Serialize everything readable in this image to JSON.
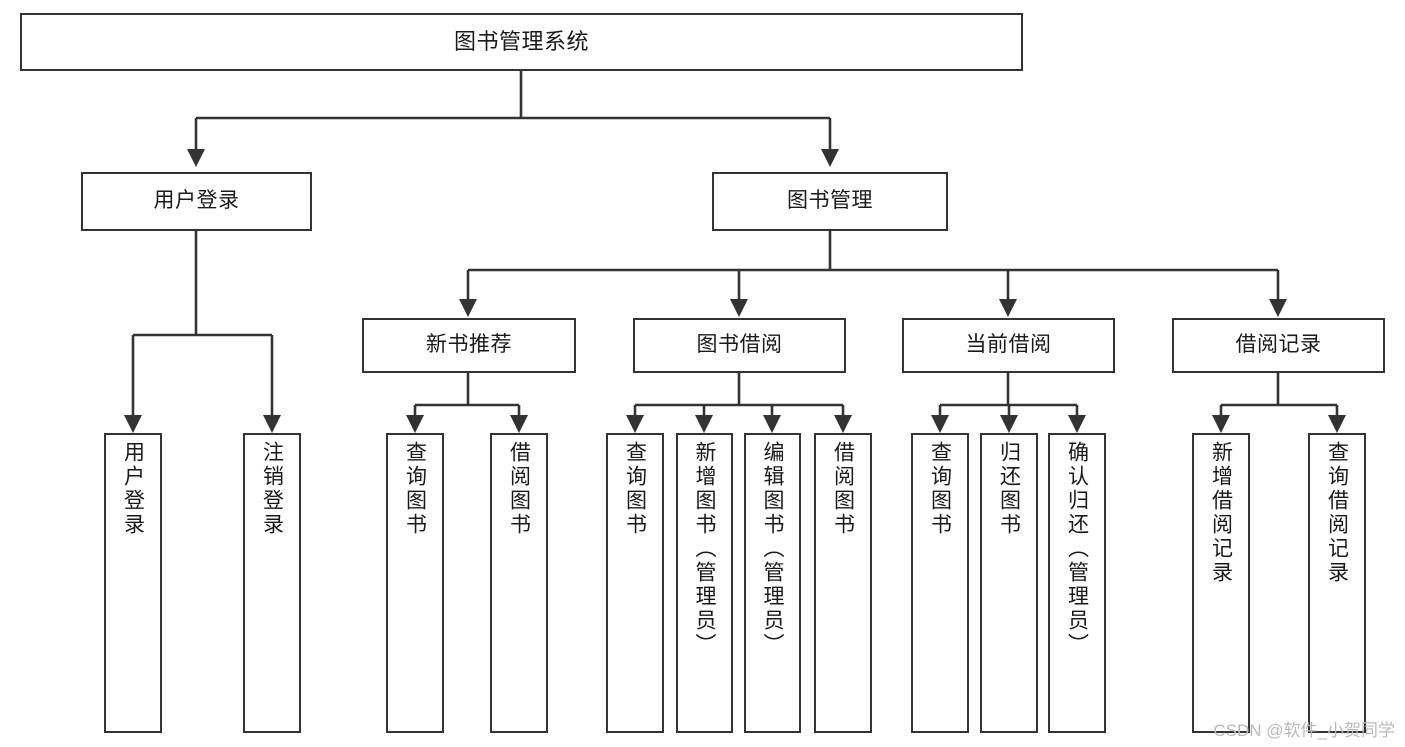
{
  "diagram": {
    "title": "图书管理系统",
    "type": "tree-hierarchy-diagram",
    "colors": {
      "background": "#ffffff",
      "box_border": "#333333",
      "box_fill": "#ffffff",
      "text": "#1a1a1a",
      "connector": "#333333",
      "watermark": "#b9b9b9"
    },
    "root": {
      "label": "图书管理系统"
    },
    "level2": [
      {
        "label": "用户登录"
      },
      {
        "label": "图书管理"
      }
    ],
    "level3": [
      {
        "label": "新书推荐"
      },
      {
        "label": "图书借阅"
      },
      {
        "label": "当前借阅"
      },
      {
        "label": "借阅记录"
      }
    ],
    "leaves": {
      "user_login": [
        {
          "label": "用户登录"
        },
        {
          "label": "注销登录"
        }
      ],
      "new_book_recommend": [
        {
          "label": "查询图书"
        },
        {
          "label": "借阅图书"
        }
      ],
      "book_borrow": [
        {
          "label": "查询图书"
        },
        {
          "label": "新增图书（管理员）"
        },
        {
          "label": "编辑图书（管理员）"
        },
        {
          "label": "借阅图书"
        }
      ],
      "current_borrow": [
        {
          "label": "查询图书"
        },
        {
          "label": "归还图书"
        },
        {
          "label": "确认归还（管理员）"
        }
      ],
      "borrow_records": [
        {
          "label": "新增借阅记录"
        },
        {
          "label": "查询借阅记录"
        }
      ]
    },
    "watermark": "CSDN @软件_小贺同学"
  }
}
